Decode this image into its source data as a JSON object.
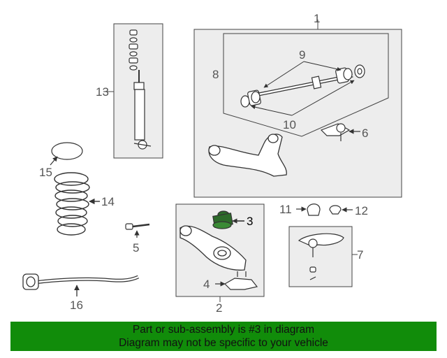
{
  "callouts": {
    "c1": "1",
    "c2": "2",
    "c3": "3",
    "c4": "4",
    "c5": "5",
    "c6": "6",
    "c7": "7",
    "c8": "8",
    "c9": "9",
    "c10": "10",
    "c11": "11",
    "c12": "12",
    "c13": "13",
    "c14": "14",
    "c15": "15",
    "c16": "16"
  },
  "highlight_color": "#2d6b2a",
  "banner": {
    "line1": "Part or sub-assembly is #3 in diagram",
    "line2": "Diagram may not be specific to your vehicle",
    "background": "#118c0a"
  }
}
